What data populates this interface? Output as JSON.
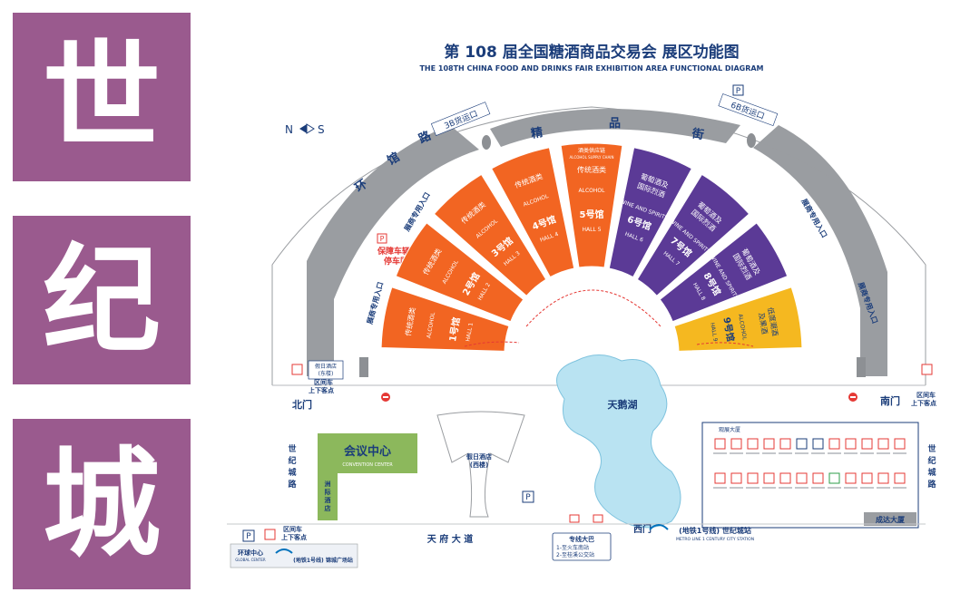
{
  "side_banner": [
    "世",
    "纪",
    "城"
  ],
  "title": "第 108 届全国糖酒商品交易会  展区功能图",
  "subtitle": "THE 108TH CHINA FOOD AND DRINKS FAIR  EXHIBITION AREA FUNCTIONAL DIAGRAM",
  "compass": {
    "north": "N",
    "south": "S"
  },
  "roads": {
    "ring_road": [
      "环",
      "馆",
      "路"
    ],
    "jingpin_street": [
      "精",
      "品",
      "街"
    ],
    "tianfu_avenue": "天 府 大 道",
    "shiji_road": [
      "世",
      "纪",
      "城",
      "路"
    ]
  },
  "gates": {
    "north": "北门",
    "south": "南门",
    "west": "西门"
  },
  "cargo": {
    "gate_3b": "3B货运口",
    "gate_6b": "6B货运口"
  },
  "entrances": {
    "exhibitor_left": "展商专用入口",
    "exhibitor_right": "展商专用入口",
    "vip_left": "展商专用入口",
    "vip_right": "展商专用入口"
  },
  "parking_guarantee": "保障车辆\n停车区",
  "shuttle_stop": "区间车\n上下客点",
  "holiday_east": "假日酒店\n(东楼)",
  "holiday_west": "假日酒店\n(西楼)",
  "convention": {
    "name": "会议中心",
    "en": "CONVENTION CENTER"
  },
  "zhouji_hotel": "洲际酒店",
  "lake": "天鹅湖",
  "bus": {
    "title": "专线大巴",
    "lines": [
      "1-至火车南站",
      "2-至桂溪公交站"
    ]
  },
  "metro_main": "(地铁1号线) 世纪城站",
  "metro_main_en": "METRO LINE 1  CENTURY CITY STATION",
  "metro_small": "(地铁1号线) 锦城广场站",
  "global_center": "环球中心",
  "global_center_en": "GLOBAL CENTER",
  "chengda": "成达大厦",
  "halls": [
    {
      "name": "1号馆",
      "cn": "传统酒类",
      "en": "ALCOHOL",
      "hall": "HALL 1",
      "color": "#f26522"
    },
    {
      "name": "2号馆",
      "cn": "传统酒类",
      "en": "ALCOHOL",
      "hall": "HALL 2",
      "color": "#f26522"
    },
    {
      "name": "3号馆",
      "cn": "传统酒类",
      "en": "ALCOHOL",
      "hall": "HALL 3",
      "color": "#f26522"
    },
    {
      "name": "4号馆",
      "cn": "传统酒类",
      "en": "ALCOHOL",
      "hall": "HALL 4",
      "color": "#f26522"
    },
    {
      "name": "5号馆",
      "cn": "传统酒类",
      "en": "ALCOHOL",
      "hall": "HALL 5",
      "color": "#f26522",
      "top_cn": "酒类供应链",
      "top_en": "ALCOHOL SUPPLY CHAIN"
    },
    {
      "name": "6号馆",
      "cn": "葡萄酒及\n国际烈酒",
      "en": "WINE AND SPIRITS",
      "hall": "HALL 6",
      "color": "#5b3a96"
    },
    {
      "name": "7号馆",
      "cn": "葡萄酒及\n国际烈酒",
      "en": "WINE AND SPIRITS",
      "hall": "HALL 7",
      "color": "#5b3a96"
    },
    {
      "name": "8号馆",
      "cn": "葡萄酒及\n国际烈酒",
      "en": "WINE AND SPIRITS",
      "hall": "HALL 8",
      "color": "#5b3a96"
    },
    {
      "name": "9号馆",
      "cn": "低度潮酒\n及果酒",
      "en": "ALCOHOL",
      "hall": "HALL 9",
      "color": "#f5b820"
    }
  ],
  "legend_header": "观展大厦",
  "colors": {
    "orange": "#f26522",
    "purple": "#5b3a96",
    "yellow": "#f5b820",
    "green": "#8cb85c",
    "lake": "#b9e3f2",
    "navy": "#1b3d7a",
    "gray": "#9a9da1",
    "red": "#e53935"
  }
}
